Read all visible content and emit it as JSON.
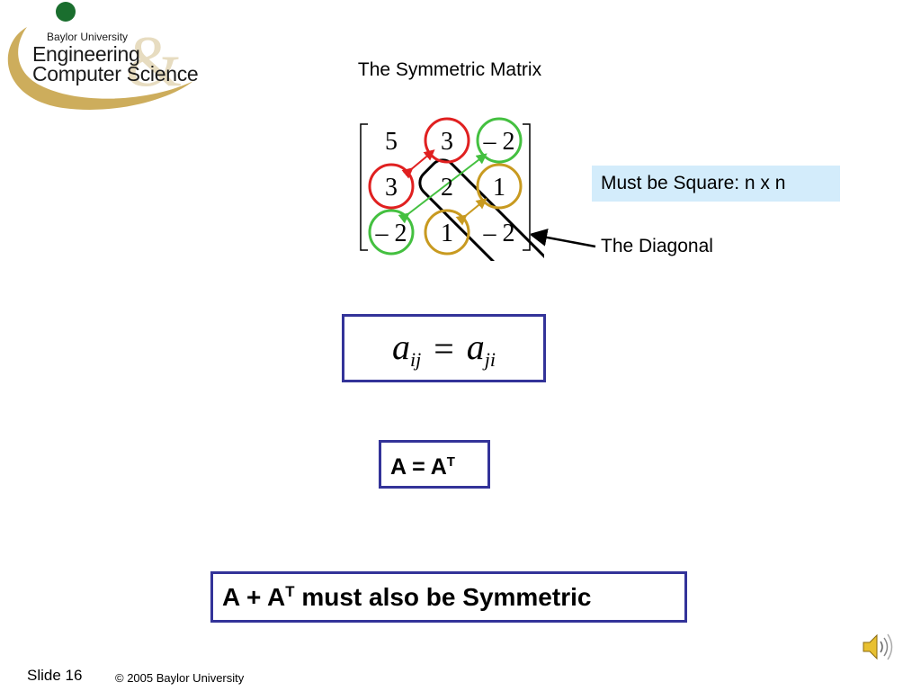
{
  "logo": {
    "university": "Baylor University",
    "line1": "Engineering",
    "line2": "Computer Science",
    "colors": {
      "green": "#1a6e2e",
      "gold": "#c8a44a"
    }
  },
  "slide": {
    "title": "The Symmetric Matrix",
    "matrix": {
      "rows": [
        [
          "5",
          "3",
          "– 2"
        ],
        [
          "3",
          "2",
          "1"
        ],
        [
          "– 2",
          "1",
          "– 2"
        ]
      ],
      "pair_colors": {
        "red": "#e02020",
        "green": "#44c040",
        "gold": "#c89a20"
      }
    },
    "square_label": "Must be Square:  n x n",
    "diagonal_label": "The Diagonal",
    "formula": {
      "lhs_base": "a",
      "lhs_sub": "ij",
      "equals": "=",
      "rhs_base": "a",
      "rhs_sub": "ji"
    },
    "transpose_eq": {
      "text": "A = A",
      "sup": "T"
    },
    "sum_statement": {
      "prefix": "A + A",
      "sup": "T",
      "suffix": " must also be Symmetric"
    },
    "box_color": "#333399"
  },
  "footer": {
    "slide_number": "Slide 16",
    "copyright": "© 2005 Baylor University",
    "audio_icon": "speaker-icon"
  }
}
